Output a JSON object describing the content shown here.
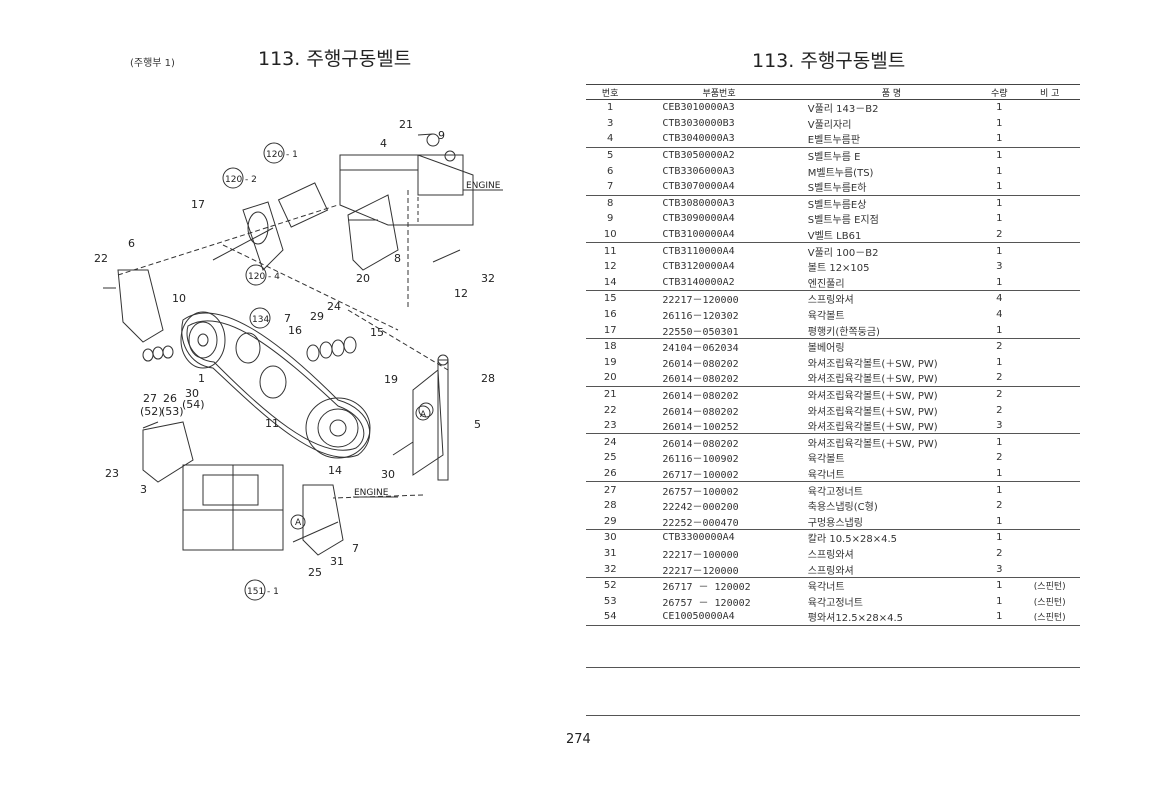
{
  "header": {
    "left_subtitle": "(주행부 1)",
    "left_title": "113. 주행구동벨트",
    "right_title": "113. 주행구동벨트"
  },
  "diagram": {
    "callouts": [
      "21",
      "9",
      "4",
      "120 - 1",
      "120 - 2",
      "ENGINE",
      "17",
      "6",
      "22",
      "120 - 4",
      "8",
      "20",
      "32",
      "12",
      "10",
      "7",
      "29",
      "24",
      "134",
      "16",
      "15",
      "28",
      "19",
      "27",
      "26",
      "30",
      "(52)",
      "(53)",
      "(54)",
      "1",
      "11",
      "A",
      "5",
      "23",
      "3",
      "14",
      "30",
      "ENGINE",
      "A",
      "7",
      "31",
      "25",
      "151 - 1"
    ]
  },
  "table": {
    "headers": [
      "번호",
      "부품번호",
      "품 명",
      "수량",
      "비 고"
    ],
    "rows": [
      {
        "no": "1",
        "part": "CEB3010000A3",
        "name": "V풀리 143－B2",
        "qty": "1",
        "remark": ""
      },
      {
        "no": "3",
        "part": "CTB3030000B3",
        "name": "V풀리자리",
        "qty": "1",
        "remark": ""
      },
      {
        "no": "4",
        "part": "CTB3040000A3",
        "name": "E벨트누름판",
        "qty": "1",
        "remark": ""
      },
      {
        "no": "5",
        "part": "CTB3050000A2",
        "name": "S벨트누름 E",
        "qty": "1",
        "remark": ""
      },
      {
        "no": "6",
        "part": "CTB3306000A3",
        "name": "M벨트누름(TS)",
        "qty": "1",
        "remark": ""
      },
      {
        "no": "7",
        "part": "CTB3070000A4",
        "name": "S벨트누름E하",
        "qty": "1",
        "remark": ""
      },
      {
        "no": "8",
        "part": "CTB3080000A3",
        "name": "S벨트누름E상",
        "qty": "1",
        "remark": ""
      },
      {
        "no": "9",
        "part": "CTB3090000A4",
        "name": "S벨트누름 E지점",
        "qty": "1",
        "remark": ""
      },
      {
        "no": "10",
        "part": "CTB3100000A4",
        "name": "V벨트 LB61",
        "qty": "2",
        "remark": ""
      },
      {
        "no": "11",
        "part": "CTB3110000A4",
        "name": "V풀리 100－B2",
        "qty": "1",
        "remark": ""
      },
      {
        "no": "12",
        "part": "CTB3120000A4",
        "name": "볼트 12×105",
        "qty": "3",
        "remark": ""
      },
      {
        "no": "14",
        "part": "CTB3140000A2",
        "name": "엔진풀리",
        "qty": "1",
        "remark": ""
      },
      {
        "no": "15",
        "part": "22217－120000",
        "name": "스프링와셔",
        "qty": "4",
        "remark": ""
      },
      {
        "no": "16",
        "part": "26116－120302",
        "name": "육각볼트",
        "qty": "4",
        "remark": ""
      },
      {
        "no": "17",
        "part": "22550－050301",
        "name": "평행키(한쪽둥금)",
        "qty": "1",
        "remark": ""
      },
      {
        "no": "18",
        "part": "24104－062034",
        "name": "볼베어링",
        "qty": "2",
        "remark": ""
      },
      {
        "no": "19",
        "part": "26014－080202",
        "name": "와셔조립육각볼트(＋SW, PW)",
        "qty": "1",
        "remark": ""
      },
      {
        "no": "20",
        "part": "26014－080202",
        "name": "와셔조립육각볼트(＋SW, PW)",
        "qty": "2",
        "remark": ""
      },
      {
        "no": "21",
        "part": "26014－080202",
        "name": "와셔조립육각볼트(＋SW, PW)",
        "qty": "2",
        "remark": ""
      },
      {
        "no": "22",
        "part": "26014－080202",
        "name": "와셔조립육각볼트(＋SW, PW)",
        "qty": "2",
        "remark": ""
      },
      {
        "no": "23",
        "part": "26014－100252",
        "name": "와셔조립육각볼트(＋SW, PW)",
        "qty": "3",
        "remark": ""
      },
      {
        "no": "24",
        "part": "26014－080202",
        "name": "와셔조립육각볼트(＋SW, PW)",
        "qty": "1",
        "remark": ""
      },
      {
        "no": "25",
        "part": "26116－100902",
        "name": "육각볼트",
        "qty": "2",
        "remark": ""
      },
      {
        "no": "26",
        "part": "26717－100002",
        "name": "육각너트",
        "qty": "1",
        "remark": ""
      },
      {
        "no": "27",
        "part": "26757－100002",
        "name": "육각고정너트",
        "qty": "1",
        "remark": ""
      },
      {
        "no": "28",
        "part": "22242－000200",
        "name": "축용스냅링(C형)",
        "qty": "2",
        "remark": ""
      },
      {
        "no": "29",
        "part": "22252－000470",
        "name": "구멍용스냅링",
        "qty": "1",
        "remark": ""
      },
      {
        "no": "30",
        "part": "CTB3300000A4",
        "name": "칼라 10.5×28×4.5",
        "qty": "1",
        "remark": ""
      },
      {
        "no": "31",
        "part": "22217－100000",
        "name": "스프링와셔",
        "qty": "2",
        "remark": ""
      },
      {
        "no": "32",
        "part": "22217－120000",
        "name": "스프링와셔",
        "qty": "3",
        "remark": ""
      },
      {
        "no": "52",
        "part": "26717 － 120002",
        "name": "육각너트",
        "qty": "1",
        "remark": "(스핀턴)"
      },
      {
        "no": "53",
        "part": "26757 － 120002",
        "name": "육각고정너트",
        "qty": "1",
        "remark": "(스핀턴)"
      },
      {
        "no": "54",
        "part": "CE10050000A4",
        "name": "평와셔12.5×28×4.5",
        "qty": "1",
        "remark": "(스핀턴)"
      }
    ]
  },
  "footer": {
    "page_number": "274"
  }
}
